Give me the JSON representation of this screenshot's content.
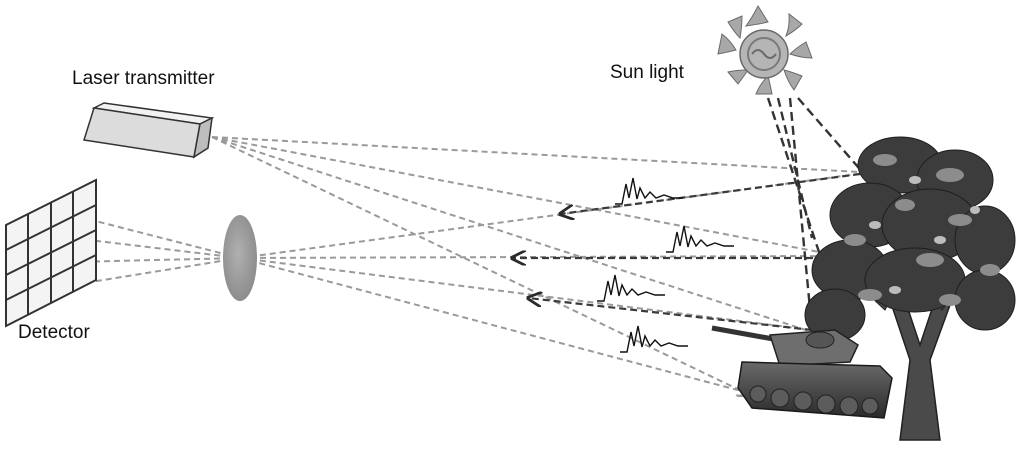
{
  "labels": {
    "laser_transmitter": "Laser transmitter",
    "detector": "Detector",
    "sun_light": "Sun light"
  },
  "colors": {
    "outgoing_ray": "#9a9a9a",
    "return_ray": "#3a3a3a",
    "lens": "#9b9b9b",
    "sun": "#a8a8a8",
    "foliage": "#3c3c3c"
  }
}
